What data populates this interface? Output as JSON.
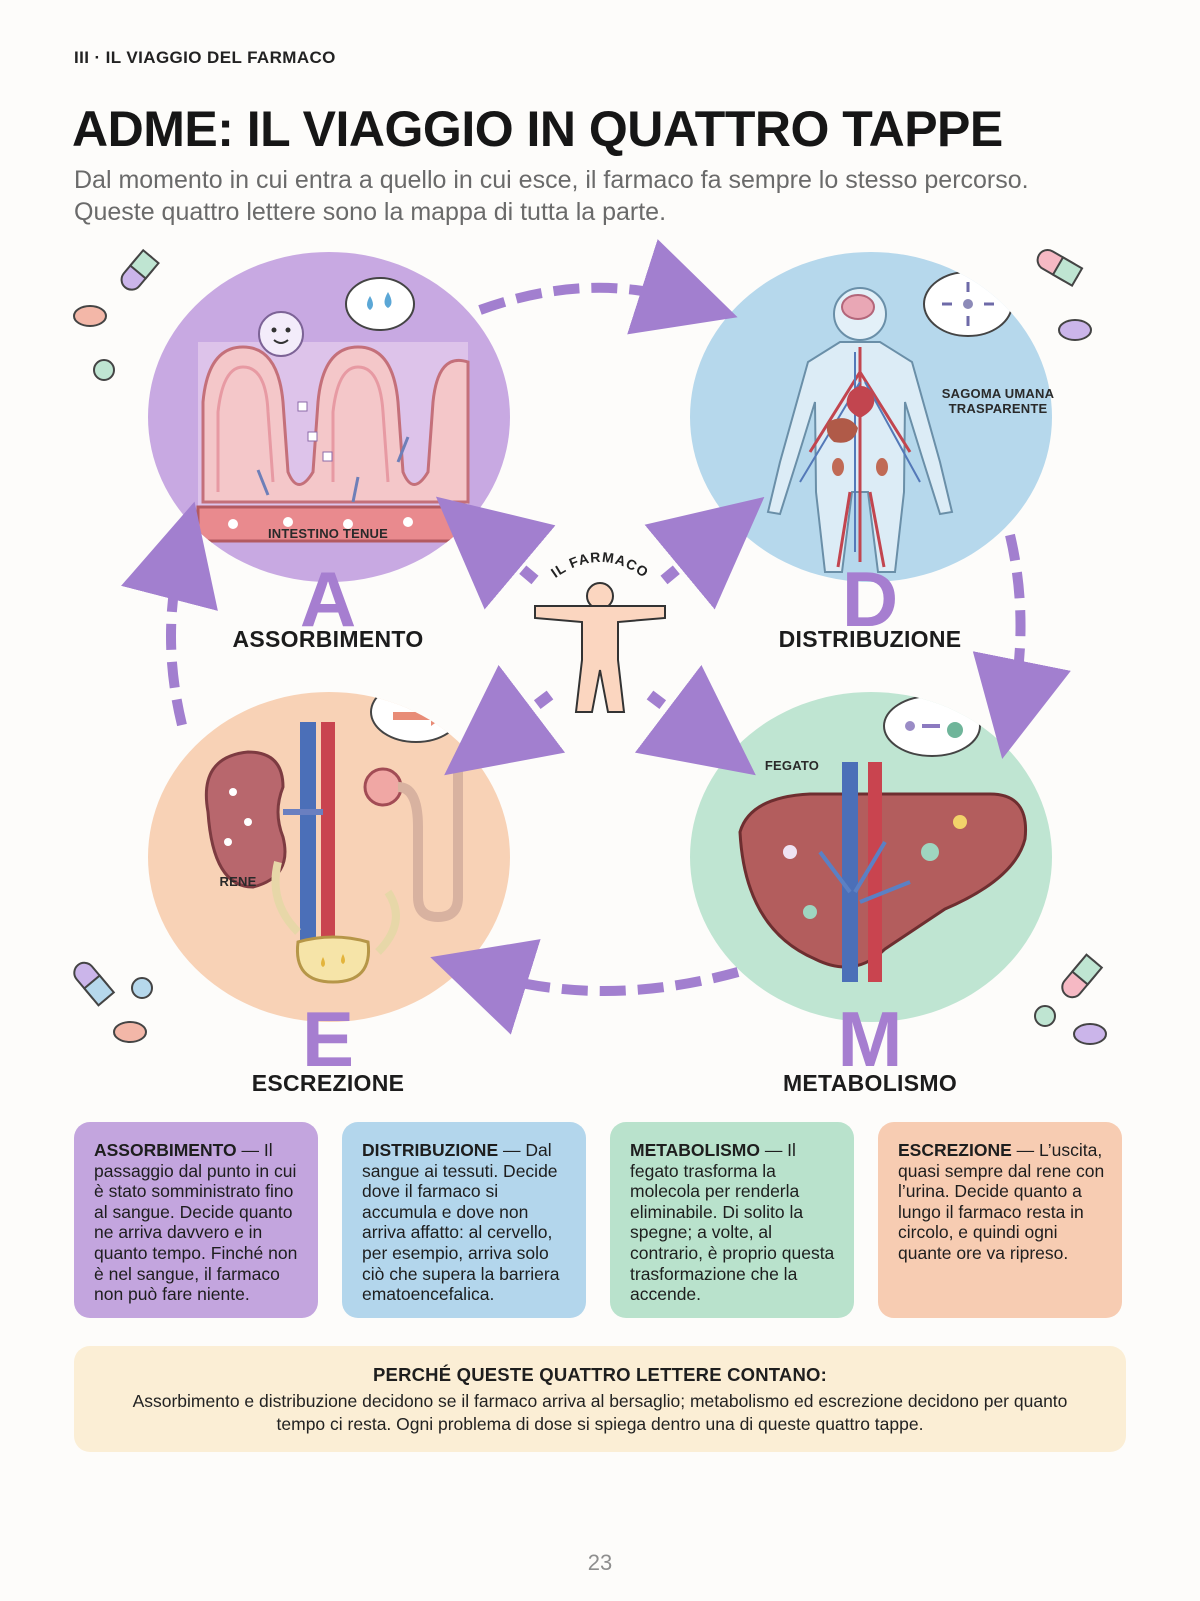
{
  "header": {
    "section_label": "III · IL VIAGGIO DEL FARMACO",
    "title": "ADME: IL VIAGGIO IN QUATTRO TAPPE",
    "subtitle": "Dal momento in cui entra a quello in cui esce, il farmaco fa sempre lo stesso percorso. Queste quattro lettere sono la mappa di tutta la parte."
  },
  "diagram": {
    "center_label": "IL FARMACO",
    "stages": {
      "a": {
        "letter": "A",
        "name": "ASSORBIMENTO",
        "organ": "INTESTINO TENUE",
        "color": "#c8a9e2"
      },
      "d": {
        "letter": "D",
        "name": "DISTRIBUZIONE",
        "organ": "SAGOMA UMANA TRASPARENTE",
        "color": "#b6d8ec"
      },
      "m": {
        "letter": "M",
        "name": "METABOLISMO",
        "organ": "FEGATO",
        "color": "#bfe5d2"
      },
      "e": {
        "letter": "E",
        "name": "ESCREZIONE",
        "organ": "RENE",
        "color": "#f8d2b6"
      }
    },
    "arrow_color": "#a27fcf",
    "letter_color": "#a67ed0"
  },
  "cards": {
    "a": {
      "term": "ASSORBIMENTO",
      "text": " — Il passaggio dal punto in cui è stato somministrato fino al sangue. Decide quanto ne arriva davvero e in quanto tempo. Finché non è nel sangue, il farmaco non può fare niente."
    },
    "d": {
      "term": "DISTRIBUZIONE",
      "text": " — Dal sangue ai tessuti. Decide dove il farmaco si accumula e dove non arriva affatto: al cervello, per esempio, arriva solo ciò che supera la barriera ematoencefalica."
    },
    "m": {
      "term": "METABOLISMO",
      "text": " — Il fegato trasforma la molecola per renderla eliminabile. Di solito la spegne; a volte, al contrario, è proprio questa trasformazione che la accende."
    },
    "e": {
      "term": "ESCREZIONE",
      "text": " — L’uscita, quasi sempre dal rene con l’urina. Decide quanto a lungo il farmaco resta in circolo, e quindi ogni quante ore va ripreso."
    }
  },
  "note": {
    "title": "PERCHÉ QUESTE QUATTRO LETTERE CONTANO:",
    "body": "Assorbimento e distribuzione decidono se il farmaco arriva al bersaglio; metabolismo ed escrezione decidono per quanto tempo ci resta. Ogni problema di dose si spiega dentro una di queste quattro tappe."
  },
  "footer": {
    "page_number": "23"
  }
}
